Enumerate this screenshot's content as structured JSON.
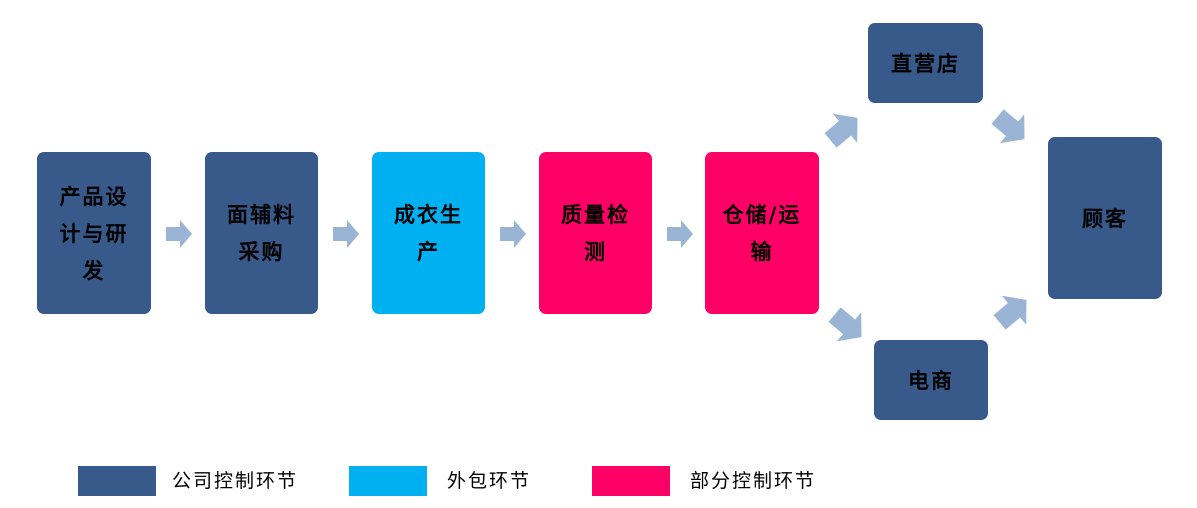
{
  "colors": {
    "company": "#375a8a",
    "outsource": "#00b0f0",
    "partial": "#ff0066",
    "arrow": "#9ab4d6"
  },
  "nodes": {
    "design": "产品设计与研发",
    "sourcing": "面辅料采购",
    "production": "成衣生产",
    "qc": "质量检测",
    "logistics": "仓储/运输",
    "store": "直营店",
    "ecommerce": "电商",
    "customer": "顾客"
  },
  "legend": {
    "company": "公司控制环节",
    "outsource": "外包环节",
    "partial": "部分控制环节"
  }
}
